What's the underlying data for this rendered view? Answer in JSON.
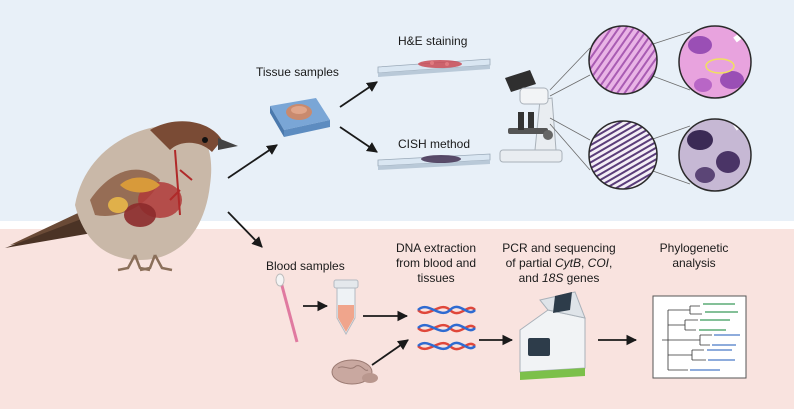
{
  "labels": {
    "tissue_samples": "Tissue samples",
    "he_staining": "H&E staining",
    "cish_method": "CISH method",
    "blood_samples": "Blood samples",
    "dna_extraction": [
      "DNA extraction",
      "from blood and",
      "tissues"
    ],
    "pcr": {
      "line1": "PCR and sequencing",
      "line2_prefix": "of partial ",
      "gene1": "CytB",
      "sep": ", ",
      "gene2": "COI",
      "sep2": ",",
      "line3_prefix": "and ",
      "gene3": "18S",
      "line3_suffix": " genes"
    },
    "phylogenetic": [
      "Phylogenetic",
      "analysis"
    ]
  },
  "colors": {
    "top_panel": "#e8f0f8",
    "bottom_panel": "#f9e3df",
    "he_stain": "#c784c8",
    "cish_stain": "#6b4e8a",
    "dna_red": "#e0473a",
    "dna_blue": "#2f6bd1"
  },
  "icons": [
    "sparrow-icon",
    "tissue-cassette-icon",
    "slide-icon",
    "microscope-icon",
    "blood-swab-icon",
    "blood-tube-icon",
    "brain-icon",
    "dna-helix-icon",
    "pcr-machine-icon",
    "phylogenetic-tree-icon"
  ]
}
